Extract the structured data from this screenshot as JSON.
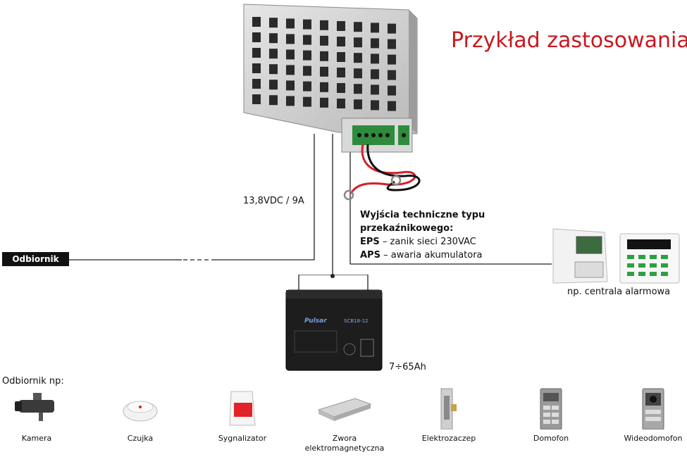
{
  "title": "Przykład zastosowania",
  "psu": {
    "output_voltage": "13,8VDC / 9A"
  },
  "outputs": {
    "heading": "Wyjścia techniczne typu przekaźnikowego:",
    "eps_code": "EPS",
    "eps_desc": "– zanik sieci 230VAC",
    "aps_code": "APS",
    "aps_desc": "– awaria akumulatora"
  },
  "receiver_tag": "Odbiornik",
  "alarm": {
    "label": "np. centrala alarmowa"
  },
  "battery": {
    "brand": "Pulsar",
    "model": "SCB18-12",
    "capacity_range": "7÷65Ah"
  },
  "devices_heading": "Odbiornik np:",
  "devices": [
    {
      "label": "Kamera",
      "icon": "camera-icon"
    },
    {
      "label": "Czujka",
      "icon": "smoke-detector-icon"
    },
    {
      "label": "Sygnalizator",
      "icon": "siren-icon"
    },
    {
      "label": "Zwora elektromagnetyczna",
      "icon": "magnetic-lock-icon"
    },
    {
      "label": "Elektrozaczep",
      "icon": "electric-strike-icon"
    },
    {
      "label": "Domofon",
      "icon": "intercom-icon"
    },
    {
      "label": "Wideodomofon",
      "icon": "video-intercom-icon"
    }
  ],
  "colors": {
    "title": "#c9181e",
    "wire_red": "#d31f26",
    "wire_black": "#111111",
    "terminal_green": "#2e8b3c"
  }
}
